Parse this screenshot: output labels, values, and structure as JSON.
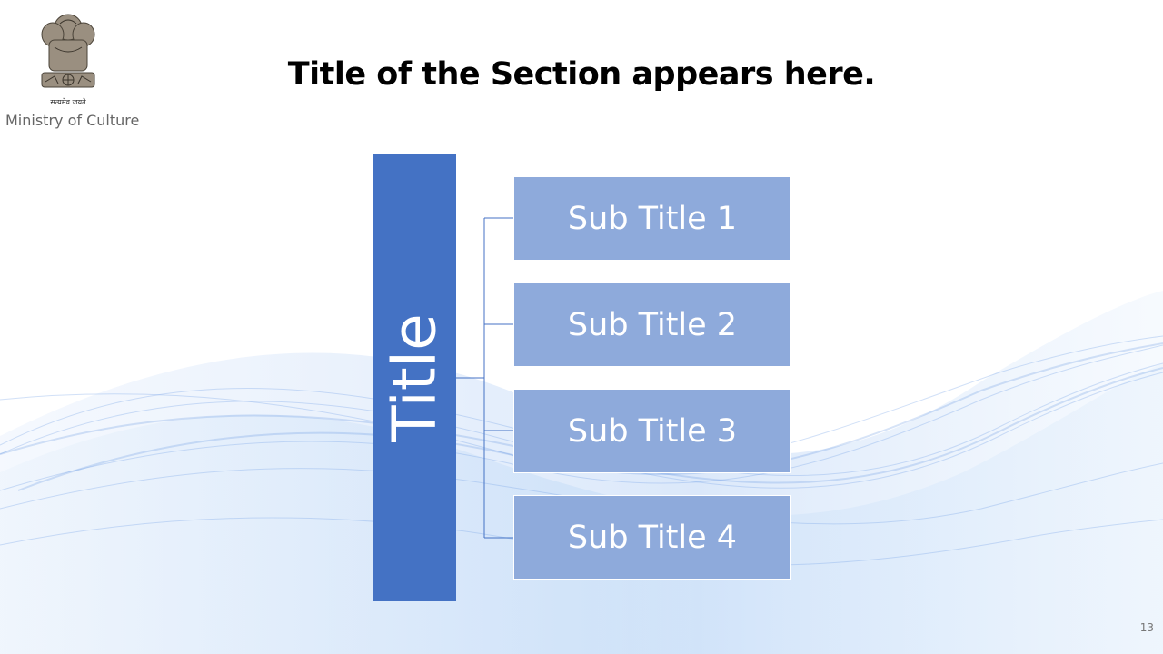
{
  "header": {
    "title": "Title of the Section appears here.",
    "motto": "सत्यमेव जयते",
    "ministry": "Ministry of Culture"
  },
  "diagram": {
    "main_label": "Title",
    "subtitles": [
      "Sub Title 1",
      "Sub Title 2",
      "Sub Title 3",
      "Sub Title 4"
    ]
  },
  "footer": {
    "page_number": "13"
  },
  "colors": {
    "main_box": "#4472c4",
    "sub_box": "#8eaadb",
    "connector": "#4472c4",
    "background_wave": "#cfe4fa"
  }
}
